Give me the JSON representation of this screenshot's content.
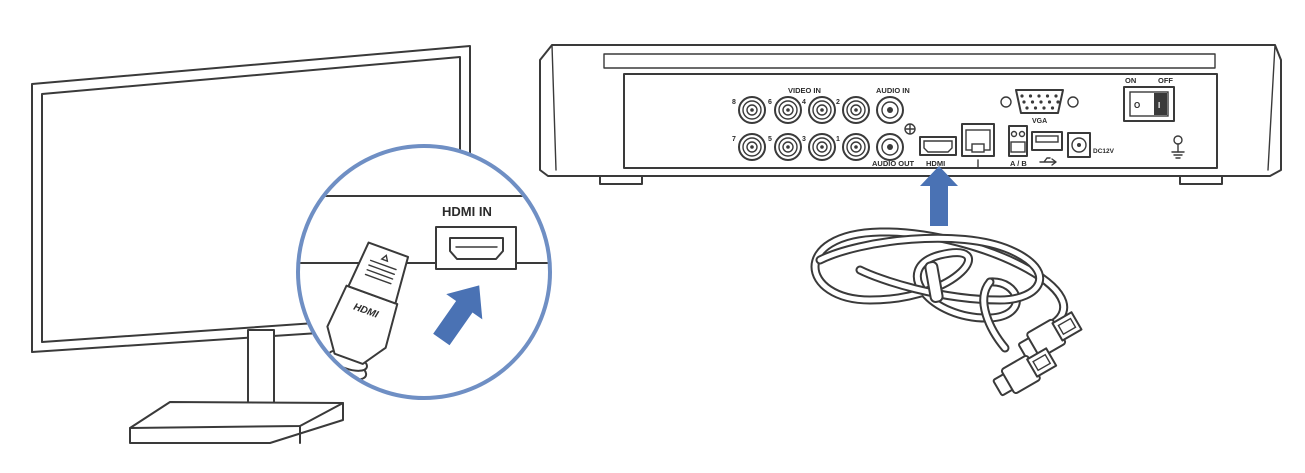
{
  "colors": {
    "arrow": "#4a72b4",
    "callout_ring": "#6f8fc4",
    "line": "#3a3a3a"
  },
  "callout": {
    "port_label": "HDMI IN",
    "plug_text": "HDMI"
  },
  "dvr_panel": {
    "video_in_label": "VIDEO IN",
    "audio_in_label": "AUDIO IN",
    "audio_out_label": "AUDIO OUT",
    "vga_label": "VGA",
    "hdmi_label": "HDMI",
    "ab_label": "A / B",
    "power_label": "DC12V",
    "on_label": "ON",
    "off_label": "OFF",
    "switch_o": "O",
    "switch_i": "I",
    "bnc_top": [
      "8",
      "6",
      "4",
      "2"
    ],
    "bnc_bottom": [
      "7",
      "5",
      "3",
      "1"
    ]
  },
  "icons": [
    "hdmi-port-icon",
    "bnc-connector-icon",
    "vga-port-icon",
    "usb-port-icon",
    "ethernet-port-icon",
    "ground-icon",
    "power-switch-icon",
    "arrow-up-icon"
  ]
}
